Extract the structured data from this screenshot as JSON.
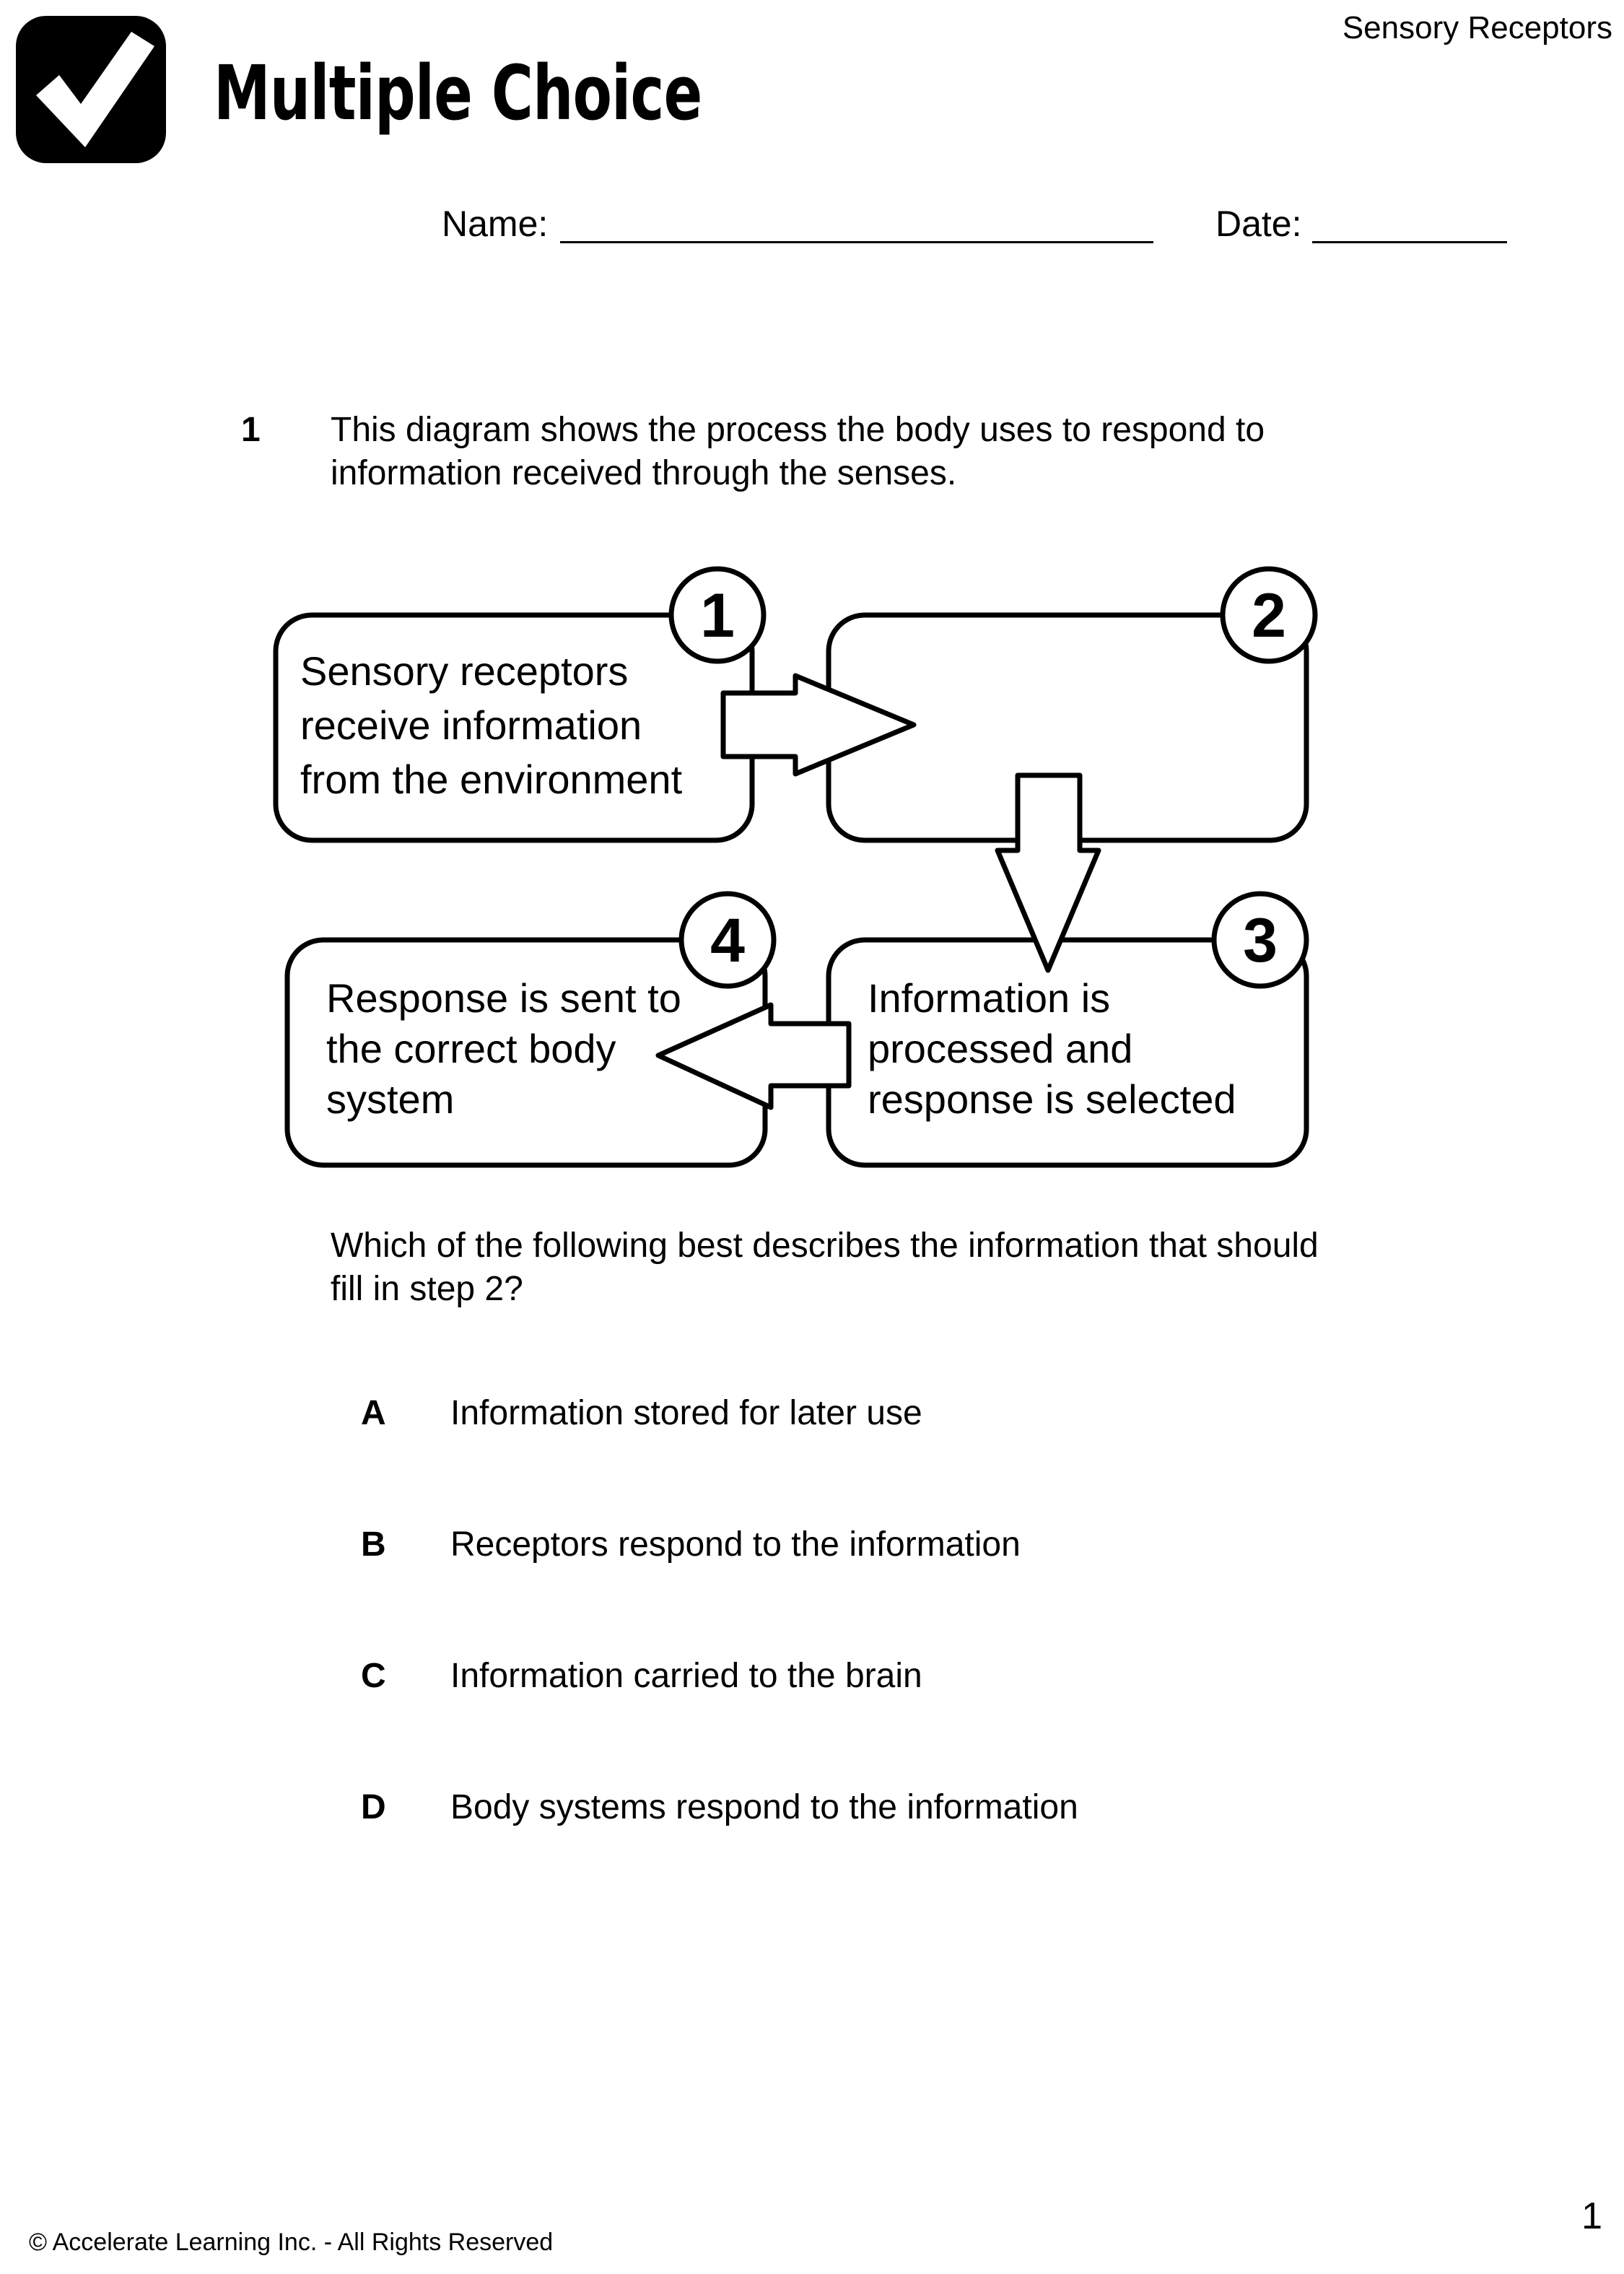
{
  "header": {
    "subject": "Sensory Receptors",
    "title": "Multiple Choice",
    "logo_icon": "checkmark-icon",
    "name_label": "Name:",
    "date_label": "Date:"
  },
  "question": {
    "number": "1",
    "text": "This diagram shows the process the body uses to respond to information received through the senses.",
    "prompt": "Which of the following best describes the information that should fill in step 2?"
  },
  "diagram": {
    "steps": [
      {
        "number": "1",
        "lines": [
          "Sensory receptors",
          "receive information",
          "from the environment"
        ]
      },
      {
        "number": "2",
        "lines": []
      },
      {
        "number": "3",
        "lines": [
          "Information is",
          "processed and",
          "response is selected"
        ]
      },
      {
        "number": "4",
        "lines": [
          "Response is sent to",
          "the correct body",
          "system"
        ]
      }
    ]
  },
  "choices": [
    {
      "letter": "A",
      "text": "Information stored for later use"
    },
    {
      "letter": "B",
      "text": "Receptors respond to the information"
    },
    {
      "letter": "C",
      "text": "Information carried to the brain"
    },
    {
      "letter": "D",
      "text": "Body systems respond to the information"
    }
  ],
  "footer": {
    "copyright": "© Accelerate Learning Inc. - All Rights Reserved",
    "page_number": "1"
  }
}
